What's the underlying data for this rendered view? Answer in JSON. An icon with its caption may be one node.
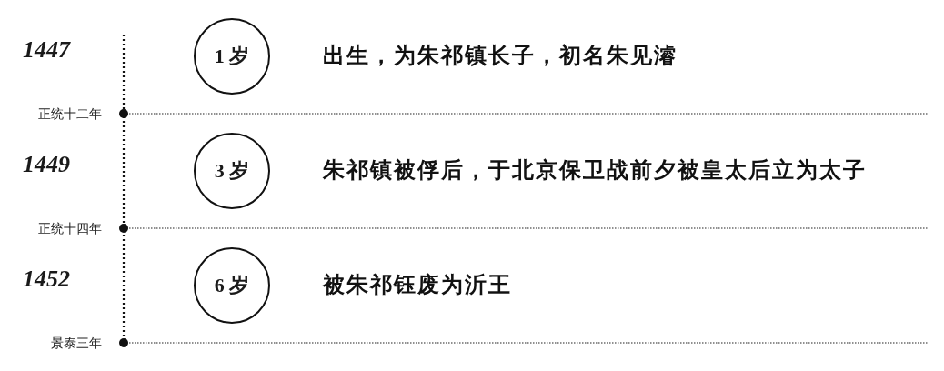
{
  "diagram": {
    "nodes": [
      {
        "text": [
          "1 岁"
        ],
        "beside": [
          "出生，为朱祁镇长子，初名朱见濬"
        ]
      },
      {
        "text": [
          "3 岁"
        ],
        "beside": [
          "朱祁镇被俘后，于北京保卫战前夕被皇太后立为太子"
        ]
      },
      {
        "text": [
          "6 岁"
        ],
        "beside": [
          "被朱祁钰废为沂王"
        ]
      }
    ],
    "labels": [
      "1447",
      "正统十二年",
      "1449",
      "正统十四年",
      "1452",
      "景泰三年"
    ]
  }
}
